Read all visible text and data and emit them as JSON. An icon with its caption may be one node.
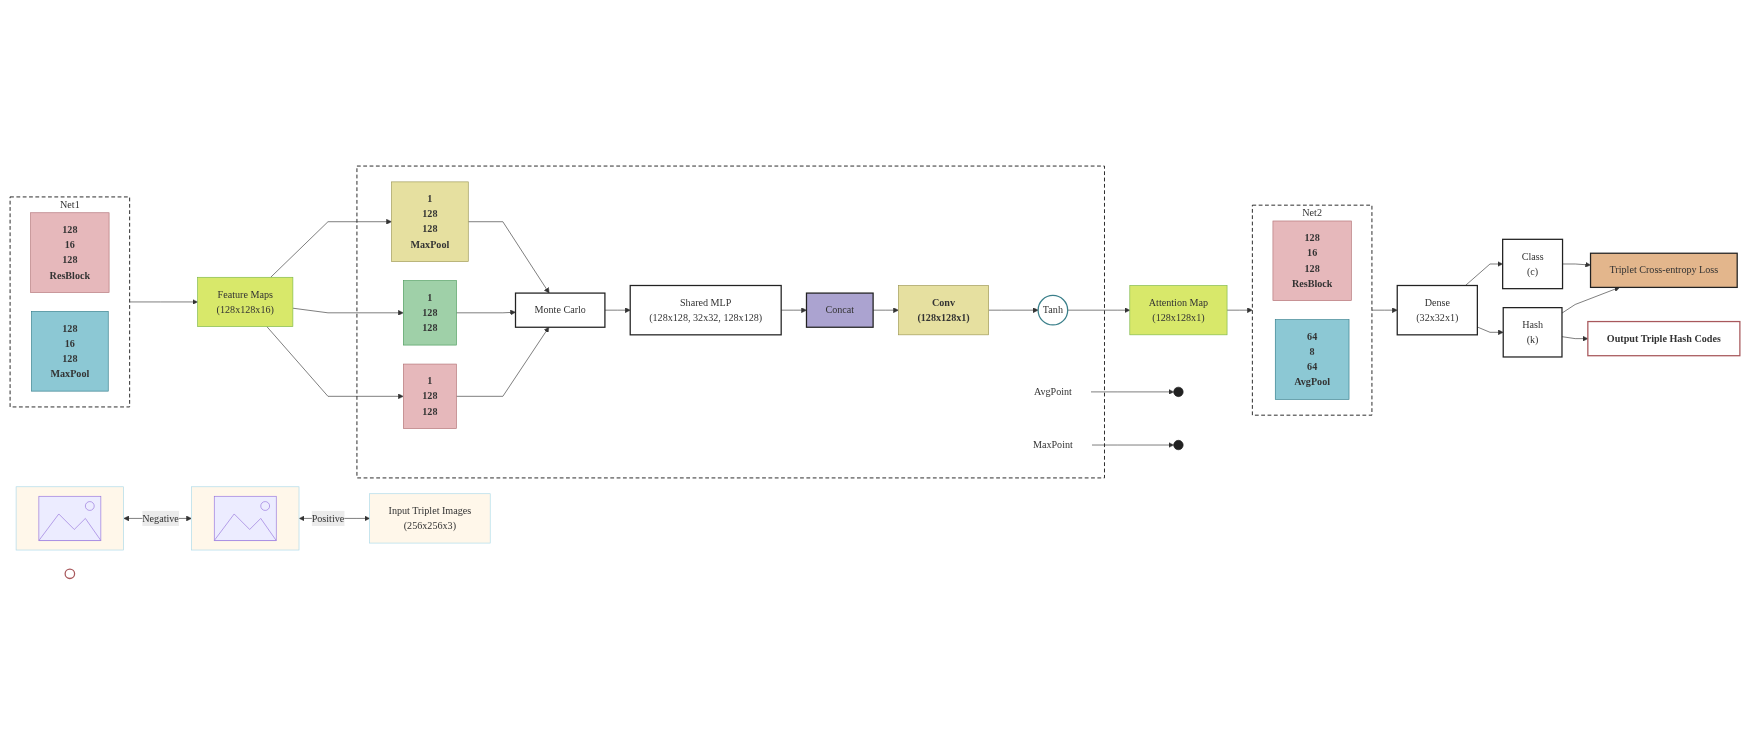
{
  "diagram": {
    "nodes": [
      {
        "text": [],
        "shape": "picture"
      },
      {
        "text": [],
        "shape": "picture"
      },
      {
        "text": [
          "Input Triplet Images",
          "(256x256x3)"
        ]
      },
      {
        "text": [
          "Net1"
        ]
      },
      {
        "text": [
          "128",
          "16",
          "128",
          "ResBlock"
        ],
        "in": 3
      },
      {
        "text": [
          "128",
          "16",
          "128",
          "MaxPool"
        ],
        "in": 3
      },
      {
        "text": [
          "Feature Maps",
          "(128x128x16)"
        ]
      },
      {
        "text": [],
        "shape": "circle"
      },
      {
        "text": [
          "Attention Map",
          "(128x128x1)"
        ]
      },
      {
        "text": [
          "Net2"
        ]
      },
      {
        "text": [
          "128",
          "16",
          "128",
          "ResBlock"
        ],
        "in": 9
      },
      {
        "text": [
          "64",
          "8",
          "64",
          "AvgPool"
        ],
        "in": 9
      },
      {
        "text": [
          "Dense",
          "(32x32x1)"
        ]
      },
      {
        "text": [
          "Class",
          "(c)"
        ]
      },
      {
        "text": [
          "Hash",
          "(k)"
        ]
      },
      {
        "text": [
          "Triplet Cross-entropy Loss"
        ]
      },
      {
        "text": [
          "Output Triple Hash Codes"
        ]
      },
      {
        "text": [],
        "shape": "box"
      },
      {
        "text": [
          "1",
          "128",
          "128",
          "MaxPool"
        ],
        "in": 17
      },
      {
        "text": [
          "1",
          "128",
          "128"
        ],
        "in": 17
      },
      {
        "text": [
          "1",
          "128",
          "128"
        ],
        "in": 17
      },
      {
        "text": [
          "AvgPoint"
        ],
        "in": 17
      },
      {
        "text": [
          "MaxPoint"
        ],
        "in": 17
      },
      {
        "text": [
          "Monte Carlo"
        ],
        "in": 17
      },
      {
        "text": [
          "Shared MLP",
          "(128x128, 32x32, 128x128)"
        ],
        "in": 17
      },
      {
        "text": [
          "Concat"
        ],
        "in": 17
      },
      {
        "text": [
          "Conv",
          "(128x128x1)"
        ],
        "in": 17
      },
      {
        "text": [
          "Tanh"
        ],
        "in": 17
      }
    ],
    "edges": [
      {
        "from": 0,
        "to": 1,
        "arrow": "both",
        "label": "Negative"
      },
      {
        "from": 1,
        "to": 2,
        "arrow": "both",
        "label": "Positive"
      },
      {
        "from": 3,
        "to": 6,
        "arrow": "to"
      },
      {
        "from": 6,
        "to": 18,
        "arrow": "to"
      },
      {
        "from": 6,
        "to": 19,
        "arrow": "to"
      },
      {
        "from": 6,
        "to": 20,
        "arrow": "to"
      },
      {
        "from": 18,
        "to": 23,
        "arrow": "to"
      },
      {
        "from": 19,
        "to": 23,
        "arrow": "to"
      },
      {
        "from": 20,
        "to": 23,
        "arrow": "to"
      },
      {
        "from": 21,
        "to": null,
        "arrow": "to"
      },
      {
        "from": 22,
        "to": null,
        "arrow": "to"
      },
      {
        "from": 23,
        "to": 24,
        "arrow": "to"
      },
      {
        "from": 24,
        "to": 25,
        "arrow": "to"
      },
      {
        "from": 25,
        "to": 26,
        "arrow": "to"
      },
      {
        "from": 26,
        "to": 27,
        "arrow": "to"
      },
      {
        "from": 27,
        "to": 8,
        "arrow": "to"
      },
      {
        "from": 8,
        "to": 9,
        "arrow": "to"
      },
      {
        "from": 9,
        "to": 12,
        "arrow": "to"
      },
      {
        "from": 12,
        "to": 13,
        "arrow": "to"
      },
      {
        "from": 12,
        "to": 14,
        "arrow": "to"
      },
      {
        "from": 13,
        "to": 15,
        "arrow": "to"
      },
      {
        "from": 14,
        "to": 15,
        "arrow": "to"
      },
      {
        "from": 14,
        "to": 16,
        "arrow": "to"
      }
    ]
  }
}
